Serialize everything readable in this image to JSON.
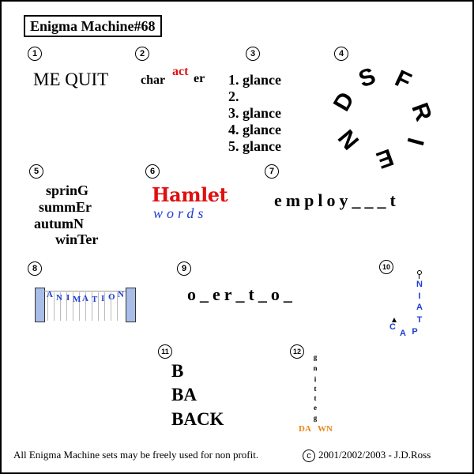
{
  "title": "Enigma Machine#68",
  "puzzles": {
    "p1": {
      "number": "1",
      "text": "ME  QUIT"
    },
    "p2": {
      "number": "2",
      "part_a": "char",
      "part_b": "act",
      "part_c": "er"
    },
    "p3": {
      "number": "3",
      "lines": [
        "1. glance",
        "2.",
        "3. glance",
        "4. glance",
        "5. glance"
      ]
    },
    "p4": {
      "number": "4",
      "letters": [
        "D",
        "S",
        "F",
        "R",
        "I",
        "E",
        "N"
      ]
    },
    "p5": {
      "number": "5",
      "lines": [
        "sprinG",
        "summEr",
        "autumN",
        "winTer"
      ]
    },
    "p6": {
      "number": "6",
      "line1": "Hamlet",
      "line2": "words"
    },
    "p7": {
      "number": "7",
      "text": "employ___t"
    },
    "p8": {
      "number": "8",
      "letters": [
        "A",
        "N",
        "I",
        "M",
        "A",
        "T",
        "I",
        "O",
        "N"
      ]
    },
    "p9": {
      "number": "9",
      "text": "o_er_t_o_"
    },
    "p10": {
      "number": "10",
      "letters": [
        "C",
        "A",
        "P",
        "T",
        "A",
        "I",
        "N"
      ]
    },
    "p11": {
      "number": "11",
      "lines": [
        "B",
        "BA",
        "BACK"
      ]
    },
    "p12": {
      "number": "12",
      "vertical_letters": [
        "g",
        "n",
        "i",
        "t",
        "t",
        "e",
        "g"
      ],
      "bottom_left": "DA",
      "bottom_right": "WN"
    }
  },
  "footer": {
    "left": "All Enigma Machine sets may be freely used for non profit.",
    "copyright_symbol": "c",
    "right": "2001/2002/2003 - J.D.Ross"
  },
  "colors": {
    "red": "#e01010",
    "blue": "#1f3fd0",
    "orange": "#e8861a",
    "curtain": "#a9bde8"
  }
}
